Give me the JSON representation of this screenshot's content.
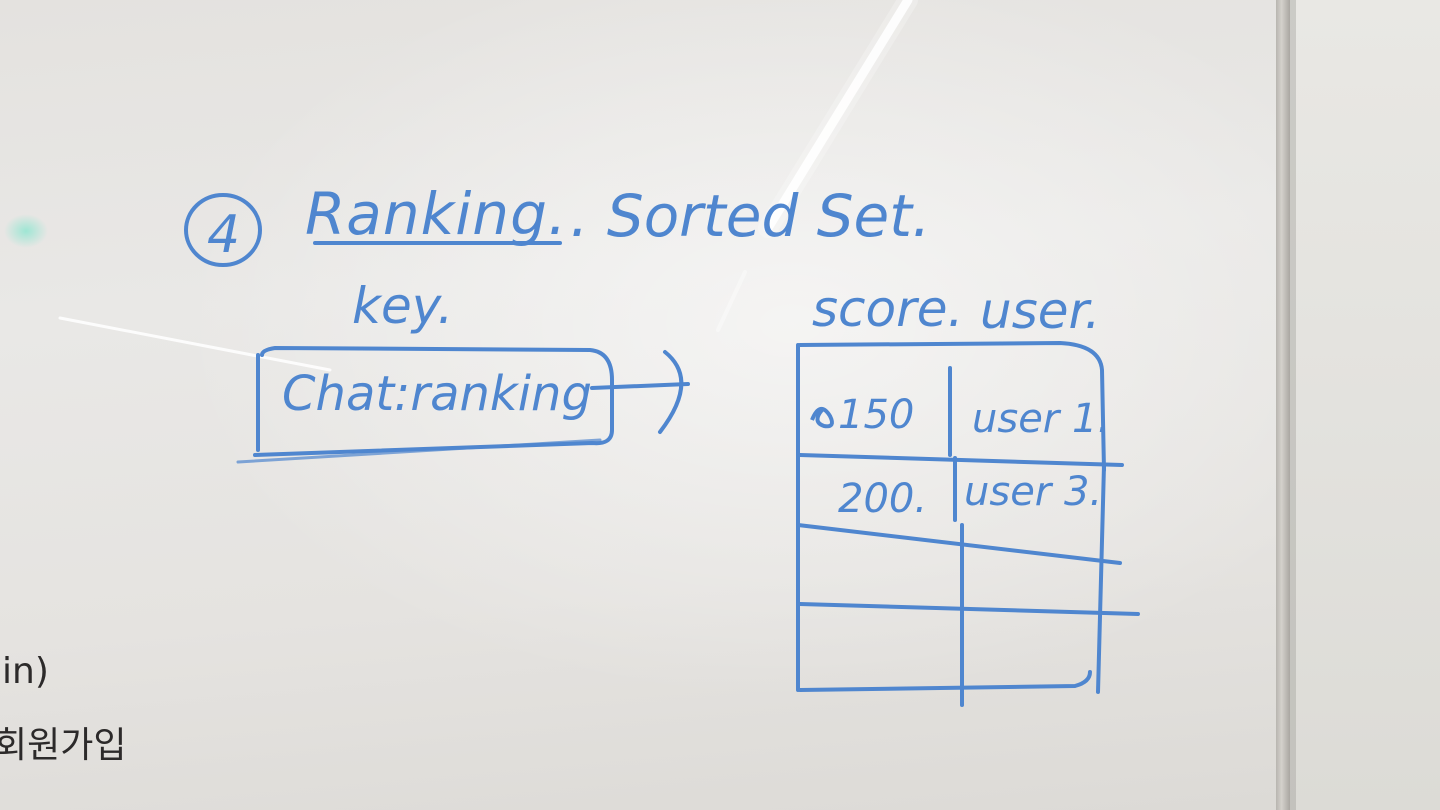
{
  "heading": {
    "number": "4",
    "title": "Ranking.",
    "subtitle": ". Sorted Set."
  },
  "key_section": {
    "label": "key.",
    "key_value": "Chat:ranking"
  },
  "table": {
    "headers": [
      "score.",
      "user."
    ],
    "rows": [
      [
        "150",
        "user 1."
      ],
      [
        "200.",
        "user 3."
      ],
      [
        "",
        ""
      ],
      [
        "",
        ""
      ]
    ]
  },
  "edge_text": {
    "line1": "in)",
    "line2": "회원가입"
  },
  "colors": {
    "marker_blue": "#4f86cf",
    "marker_black": "#2c2a2a",
    "whiteboard": "#e6e4e1"
  }
}
